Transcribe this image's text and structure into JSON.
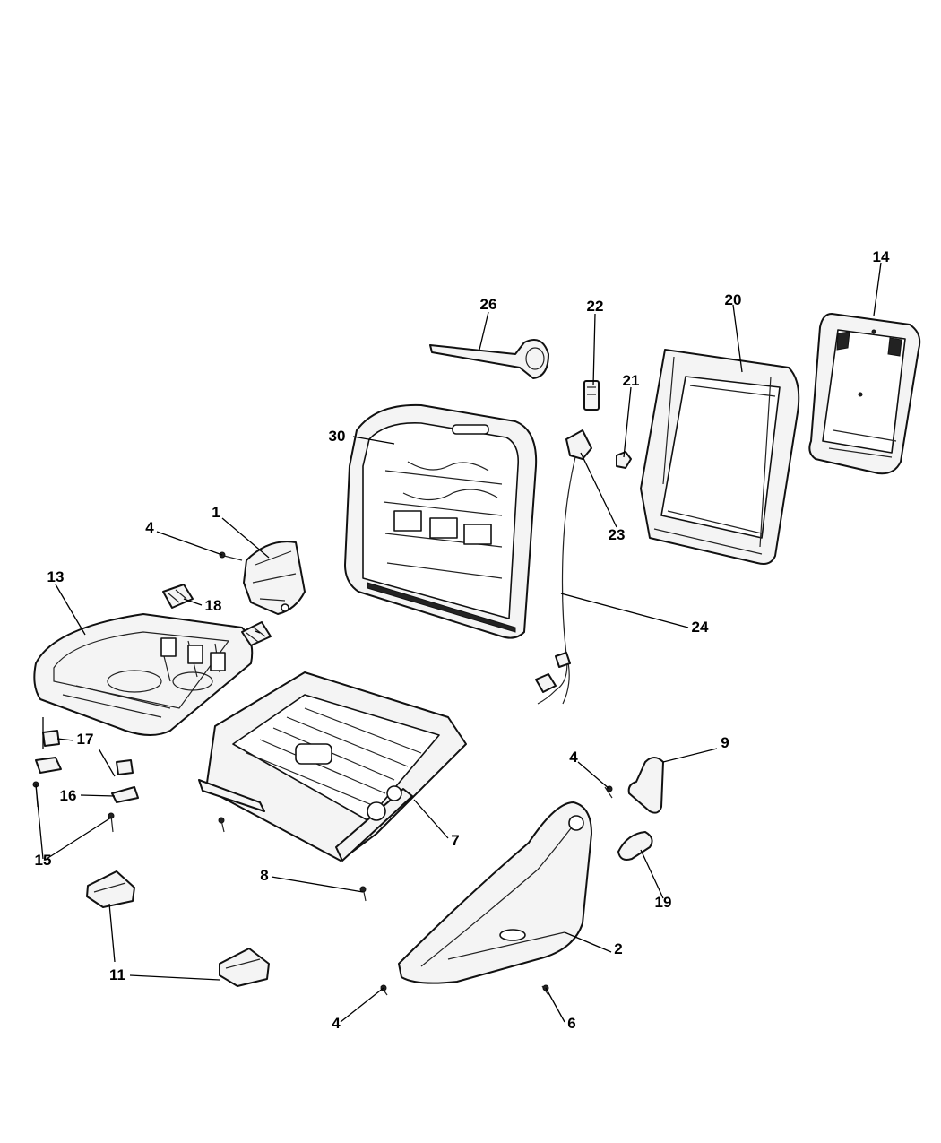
{
  "callouts": [
    {
      "id": "c1",
      "label": "1"
    },
    {
      "id": "c2",
      "label": "2"
    },
    {
      "id": "c4a",
      "label": "4"
    },
    {
      "id": "c4b",
      "label": "4"
    },
    {
      "id": "c4c",
      "label": "4"
    },
    {
      "id": "c6",
      "label": "6"
    },
    {
      "id": "c7",
      "label": "7"
    },
    {
      "id": "c8",
      "label": "8"
    },
    {
      "id": "c9",
      "label": "9"
    },
    {
      "id": "c11",
      "label": "11"
    },
    {
      "id": "c13",
      "label": "13"
    },
    {
      "id": "c14",
      "label": "14"
    },
    {
      "id": "c15",
      "label": "15"
    },
    {
      "id": "c16",
      "label": "16"
    },
    {
      "id": "c17",
      "label": "17"
    },
    {
      "id": "c18",
      "label": "18"
    },
    {
      "id": "c19",
      "label": "19"
    },
    {
      "id": "c20",
      "label": "20"
    },
    {
      "id": "c21",
      "label": "21"
    },
    {
      "id": "c22",
      "label": "22"
    },
    {
      "id": "c23",
      "label": "23"
    },
    {
      "id": "c24",
      "label": "24"
    },
    {
      "id": "c26",
      "label": "26"
    },
    {
      "id": "c30",
      "label": "30"
    }
  ]
}
